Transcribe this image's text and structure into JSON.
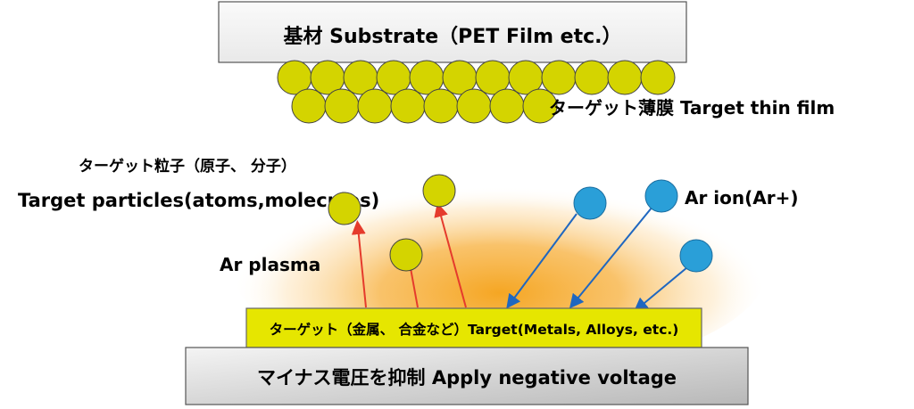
{
  "substrate": {
    "label": "基材  Substrate（PET Film etc.）"
  },
  "thin_film": {
    "label": "ターゲット薄膜 Target thin film"
  },
  "target_particles": {
    "label_ja": "ターゲット粒子（原子、 分子）",
    "label_en": "Target particles(atoms,molecules)"
  },
  "plasma": {
    "label": "Ar plasma"
  },
  "ar_ion": {
    "label": "Ar ion(Ar+)"
  },
  "target": {
    "label": "ターゲット（金属、 合金など）Target(Metals, Alloys, etc.)"
  },
  "voltage": {
    "label": "マイナス電圧を抑制 Apply negative voltage"
  },
  "colors": {
    "particle": "#d4d400",
    "ion": "#2a9fd8",
    "ion_arrow": "#1f67c0",
    "particle_arrow": "#e53b2c",
    "target_fill": "#e6e600",
    "plasma_core": "#f5a623"
  }
}
